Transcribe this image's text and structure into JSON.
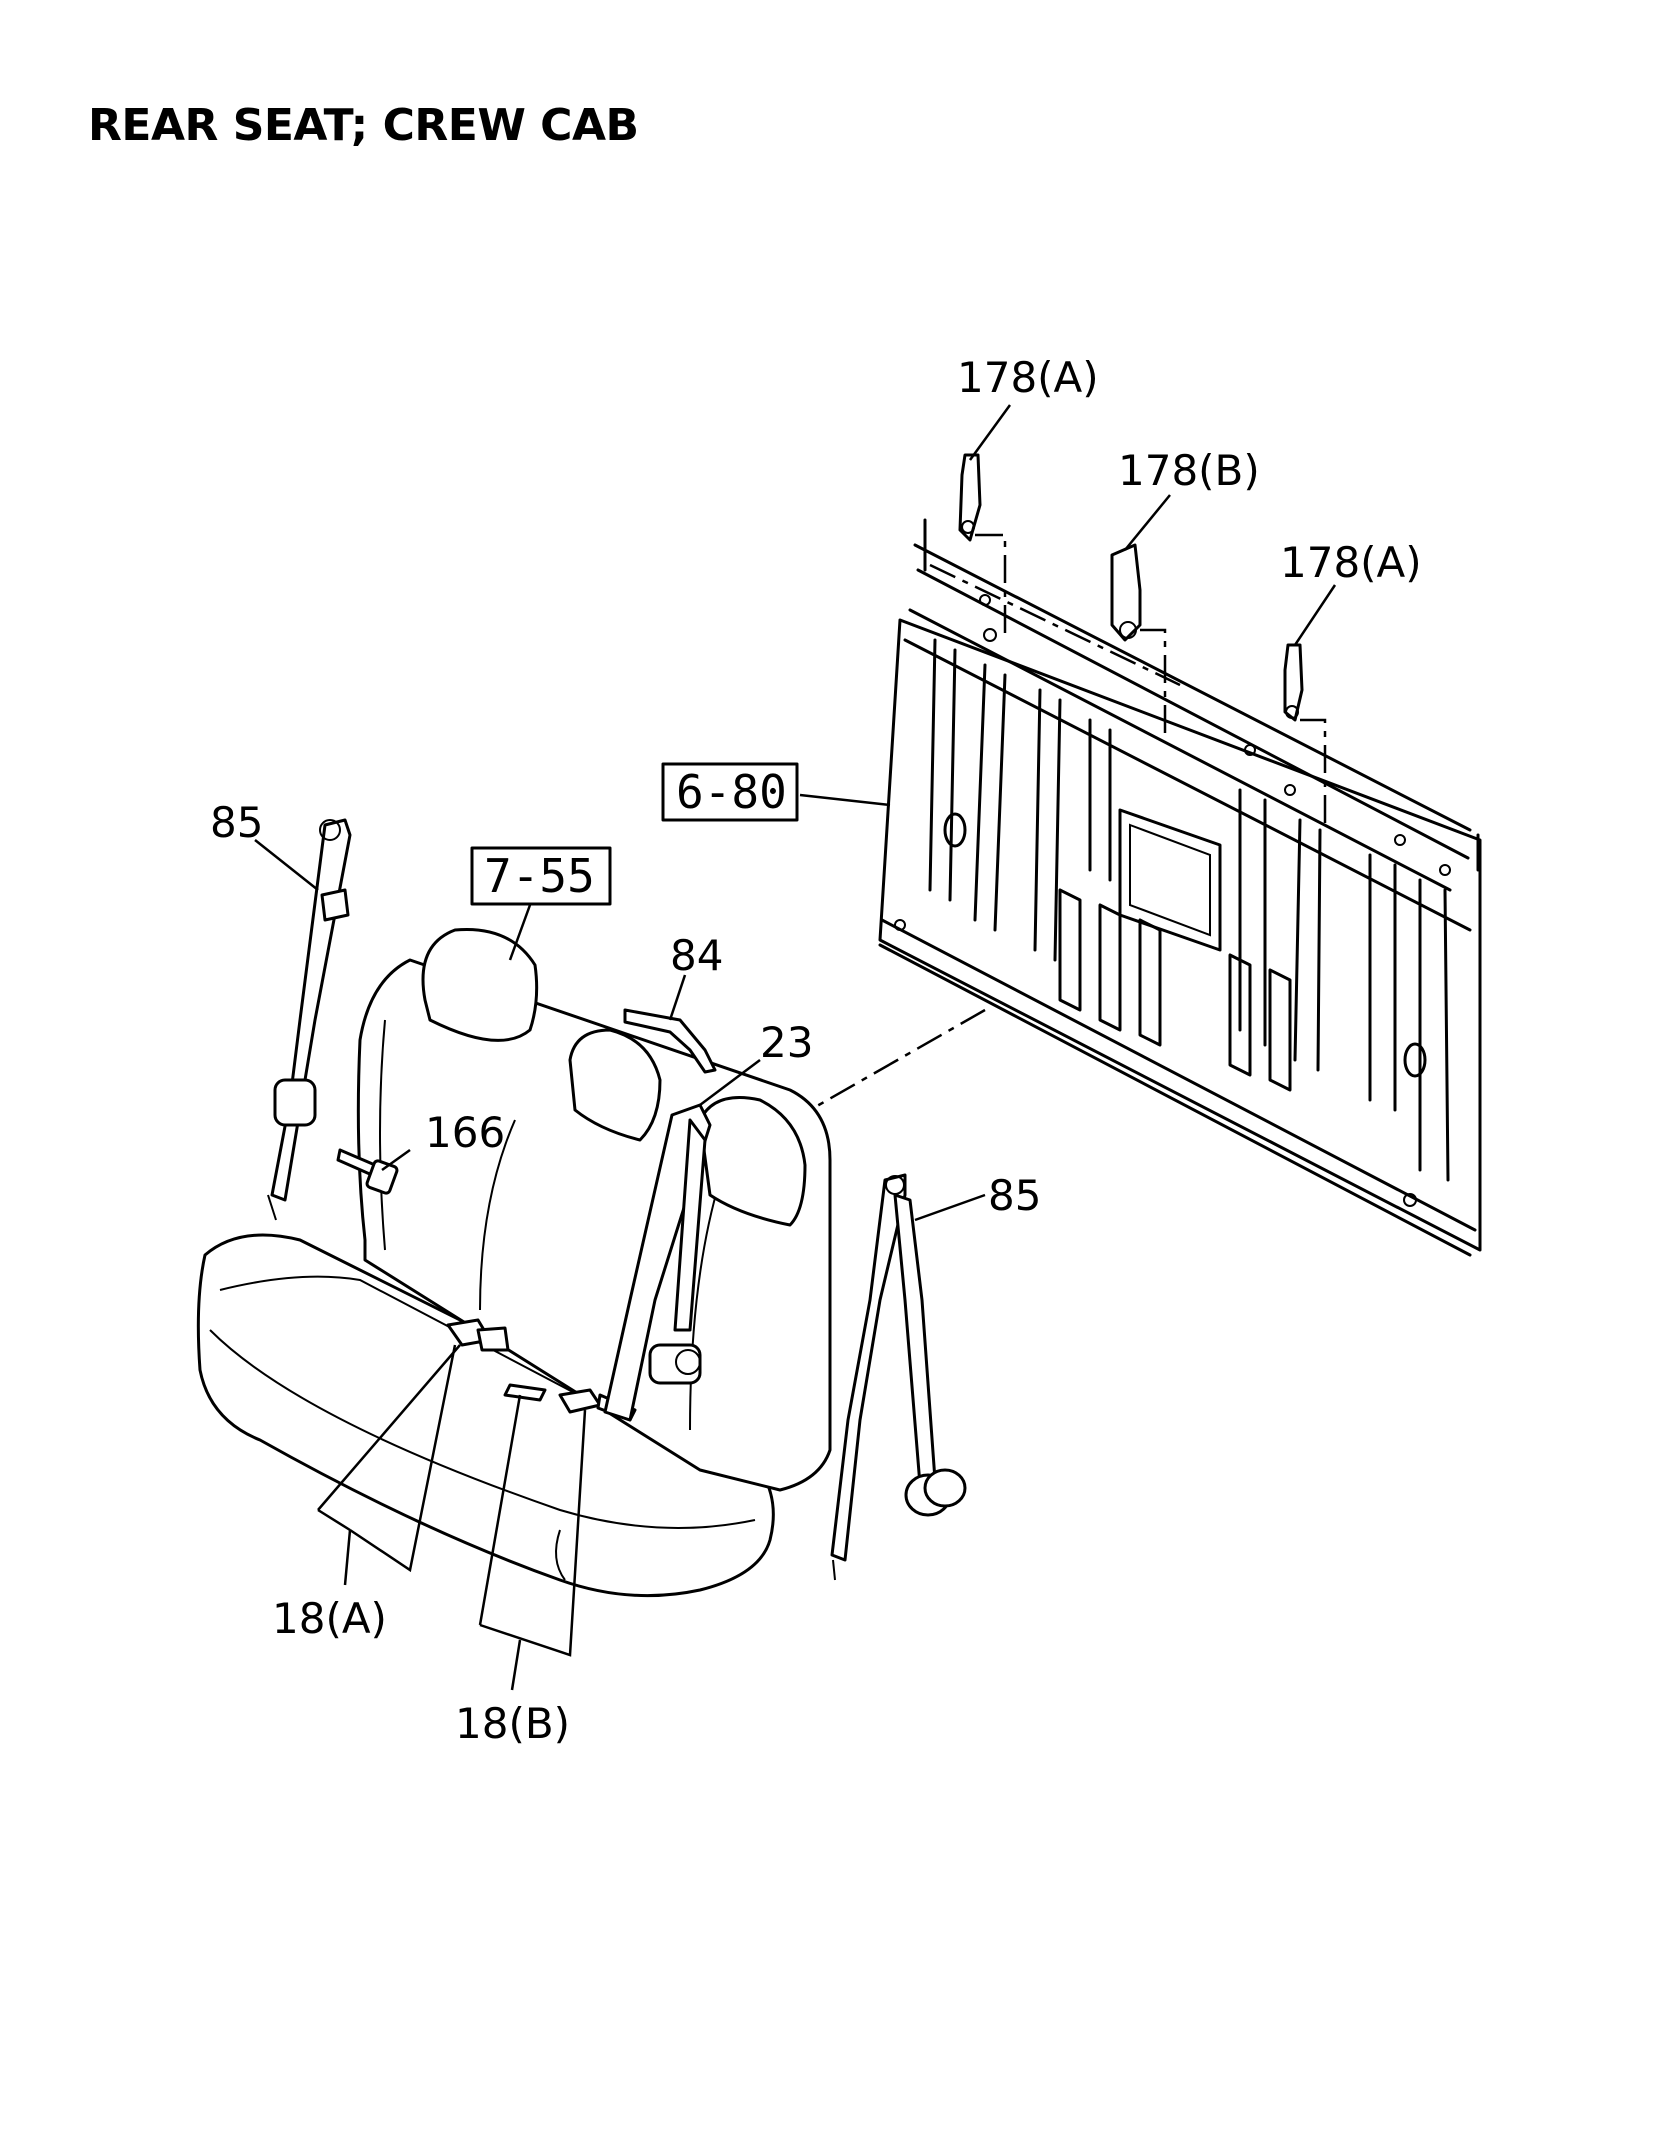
{
  "title": "REAR SEAT; CREW CAB",
  "callouts": {
    "c178a_top": "178(A)",
    "c178b": "178(B)",
    "c178a_right": "178(A)",
    "ref_6_80": "6-80",
    "c85_left": "85",
    "ref_7_55": "7-55",
    "c84": "84",
    "c23": "23",
    "c166": "166",
    "c85_right": "85",
    "c18a": "18(A)",
    "c18b": "18(B)"
  }
}
